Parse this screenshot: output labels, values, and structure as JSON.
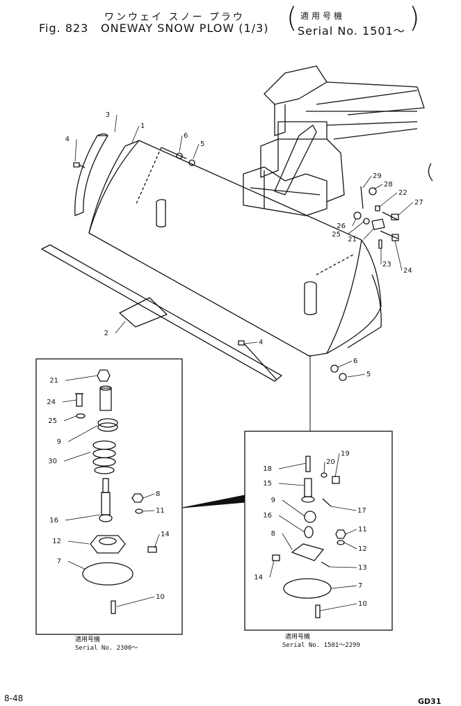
{
  "header": {
    "jp_title": "ワンウェイ スノー プラウ",
    "fig_label": "Fig. 823",
    "title": "ONEWAY SNOW PLOW (1/3)",
    "jp_applicable": "適用号機",
    "serial_range": "Serial No. 1501～",
    "paren_open": "(",
    "paren_close": ")"
  },
  "callouts": {
    "main": [
      "3",
      "1",
      "4",
      "6",
      "5",
      "29",
      "28",
      "22",
      "27",
      "26",
      "25",
      "21",
      "24",
      "23",
      "2",
      "4",
      "6",
      "5"
    ],
    "left_box": [
      "21",
      "24",
      "25",
      "9",
      "30",
      "16",
      "8",
      "11",
      "12",
      "14",
      "7",
      "10"
    ],
    "right_box": [
      "18",
      "20",
      "19",
      "15",
      "9",
      "17",
      "16",
      "8",
      "11",
      "12",
      "14",
      "13",
      "7",
      "10"
    ]
  },
  "left_caption": {
    "jp": "適用号機",
    "serial": "Serial No. 2300～"
  },
  "right_caption": {
    "jp": "適用号機",
    "serial": "Serial No. 1501～2299"
  },
  "footer": {
    "page": "8-48",
    "code": "GD31"
  }
}
